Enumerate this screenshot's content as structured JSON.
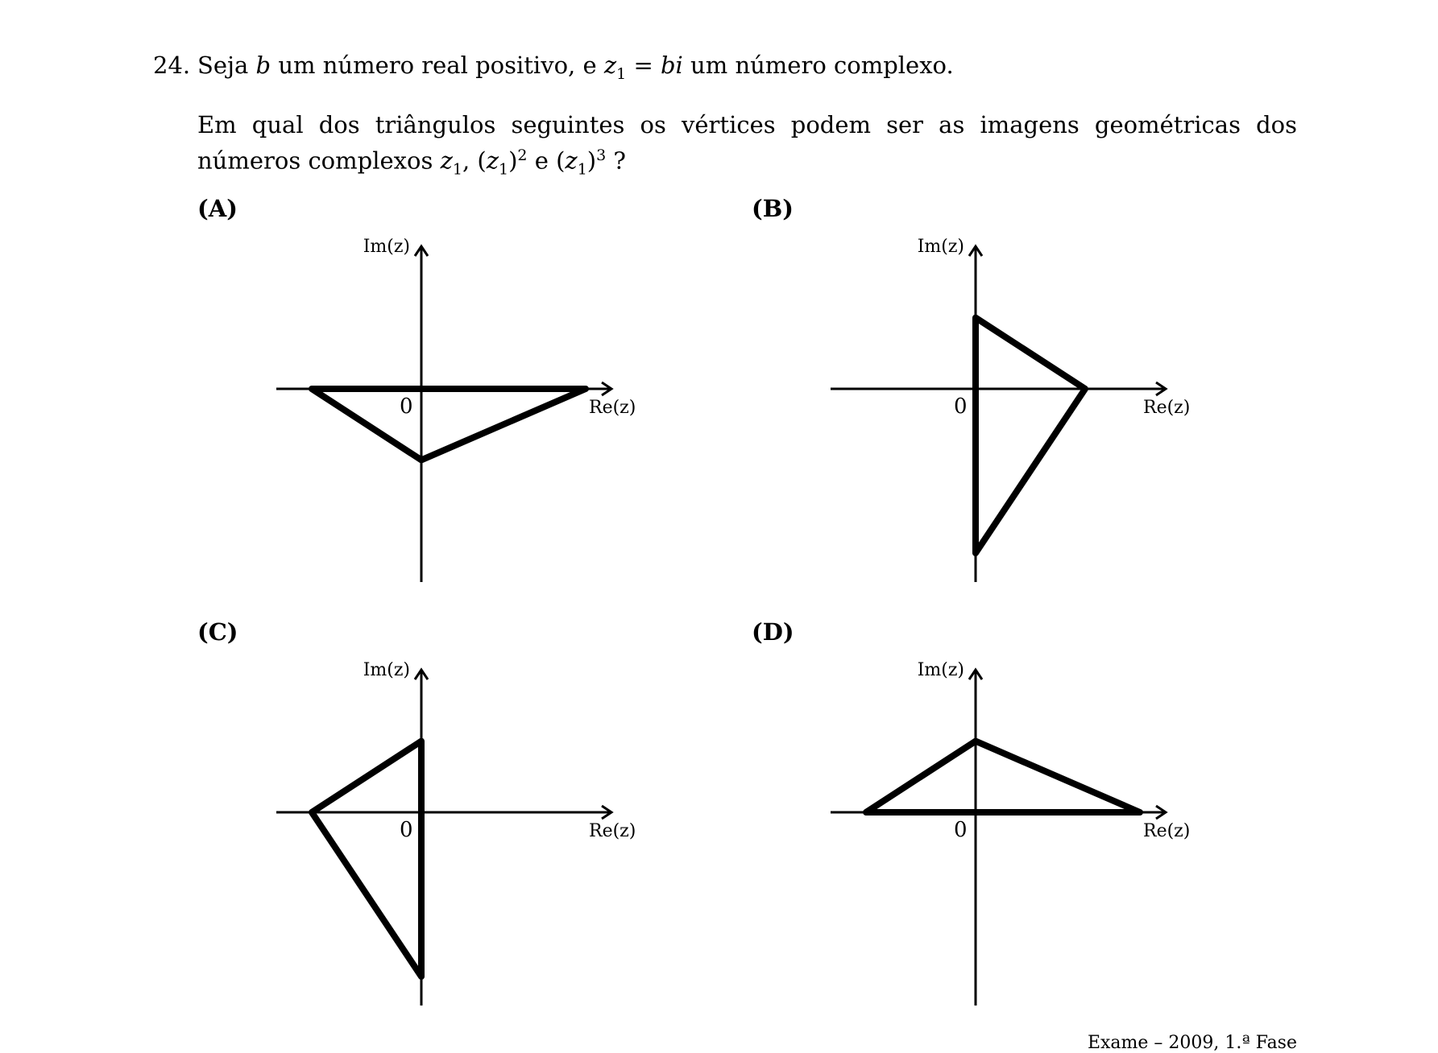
{
  "question": {
    "number": "24.",
    "intro_part1": "Seja ",
    "var_b": "b",
    "intro_part2": " um número real positivo, e ",
    "var_z": "z",
    "sub1": "1",
    "equals": " = ",
    "var_bi": "bi",
    "intro_part3": " um número complexo.",
    "prompt": "Em qual dos triângulos seguintes os vértices podem ser as imagens geométricas dos números complexos",
    "prompt_z": "z",
    "prompt_sub": "1",
    "comma1": ", (",
    "prompt_z2": "z",
    "prompt_sub2": "1",
    "close1": ")",
    "sup2": "2",
    "and_word": " e (",
    "prompt_z3": "z",
    "prompt_sub3": "1",
    "close2": ")",
    "sup3": "3",
    "question_mark": " ?"
  },
  "axes": {
    "im_label": "Im(z)",
    "re_label": "Re(z)",
    "origin_label": "0"
  },
  "options": [
    {
      "label": "(A)",
      "vertices": [
        [
          -1,
          0
        ],
        [
          1.5,
          0
        ],
        [
          0,
          -0.65
        ]
      ]
    },
    {
      "label": "(B)",
      "vertices": [
        [
          0,
          0.65
        ],
        [
          1,
          0
        ],
        [
          0,
          -1.5
        ]
      ]
    },
    {
      "label": "(C)",
      "vertices": [
        [
          0,
          0.65
        ],
        [
          -1,
          0
        ],
        [
          0,
          -1.5
        ]
      ]
    },
    {
      "label": "(D)",
      "vertices": [
        [
          -1,
          0
        ],
        [
          1.5,
          0
        ],
        [
          0,
          0.65
        ]
      ]
    }
  ],
  "source": "Exame – 2009, 1.ª Fase"
}
